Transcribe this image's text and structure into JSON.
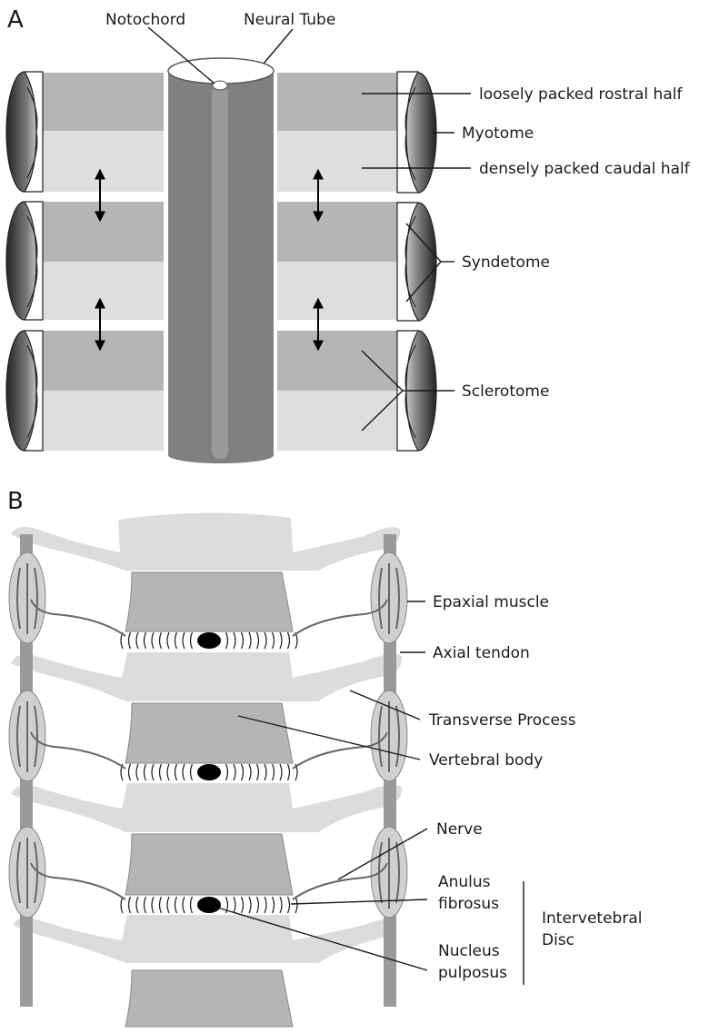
{
  "panel_a": {
    "panel_label": "A",
    "labels": {
      "notochord": "Notochord",
      "neural_tube": "Neural Tube",
      "rostral": "loosely packed rostral half",
      "myotome": "Myotome",
      "caudal": "densely packed caudal half",
      "syndetome": "Syndetome",
      "sclerotome": "Sclerotome"
    }
  },
  "panel_b": {
    "panel_label": "B",
    "labels": {
      "epaxial_muscle": "Epaxial muscle",
      "axial_tendon": "Axial tendon",
      "transverse_process": "Transverse Process",
      "vertebral_body": "Vertebral body",
      "nerve": "Nerve",
      "anulus_line1": "Anulus",
      "anulus_line2": "fibrosus",
      "nucleus_line1": "Nucleus",
      "nucleus_line2": "pulposus",
      "disc_line1": "Intervetebral",
      "disc_line2": "Disc"
    }
  },
  "colors": {
    "light_grey": "#dedede",
    "mid_grey": "#b5b5b5",
    "dark_grey": "#808080",
    "notochord": "#9a9a9a"
  }
}
